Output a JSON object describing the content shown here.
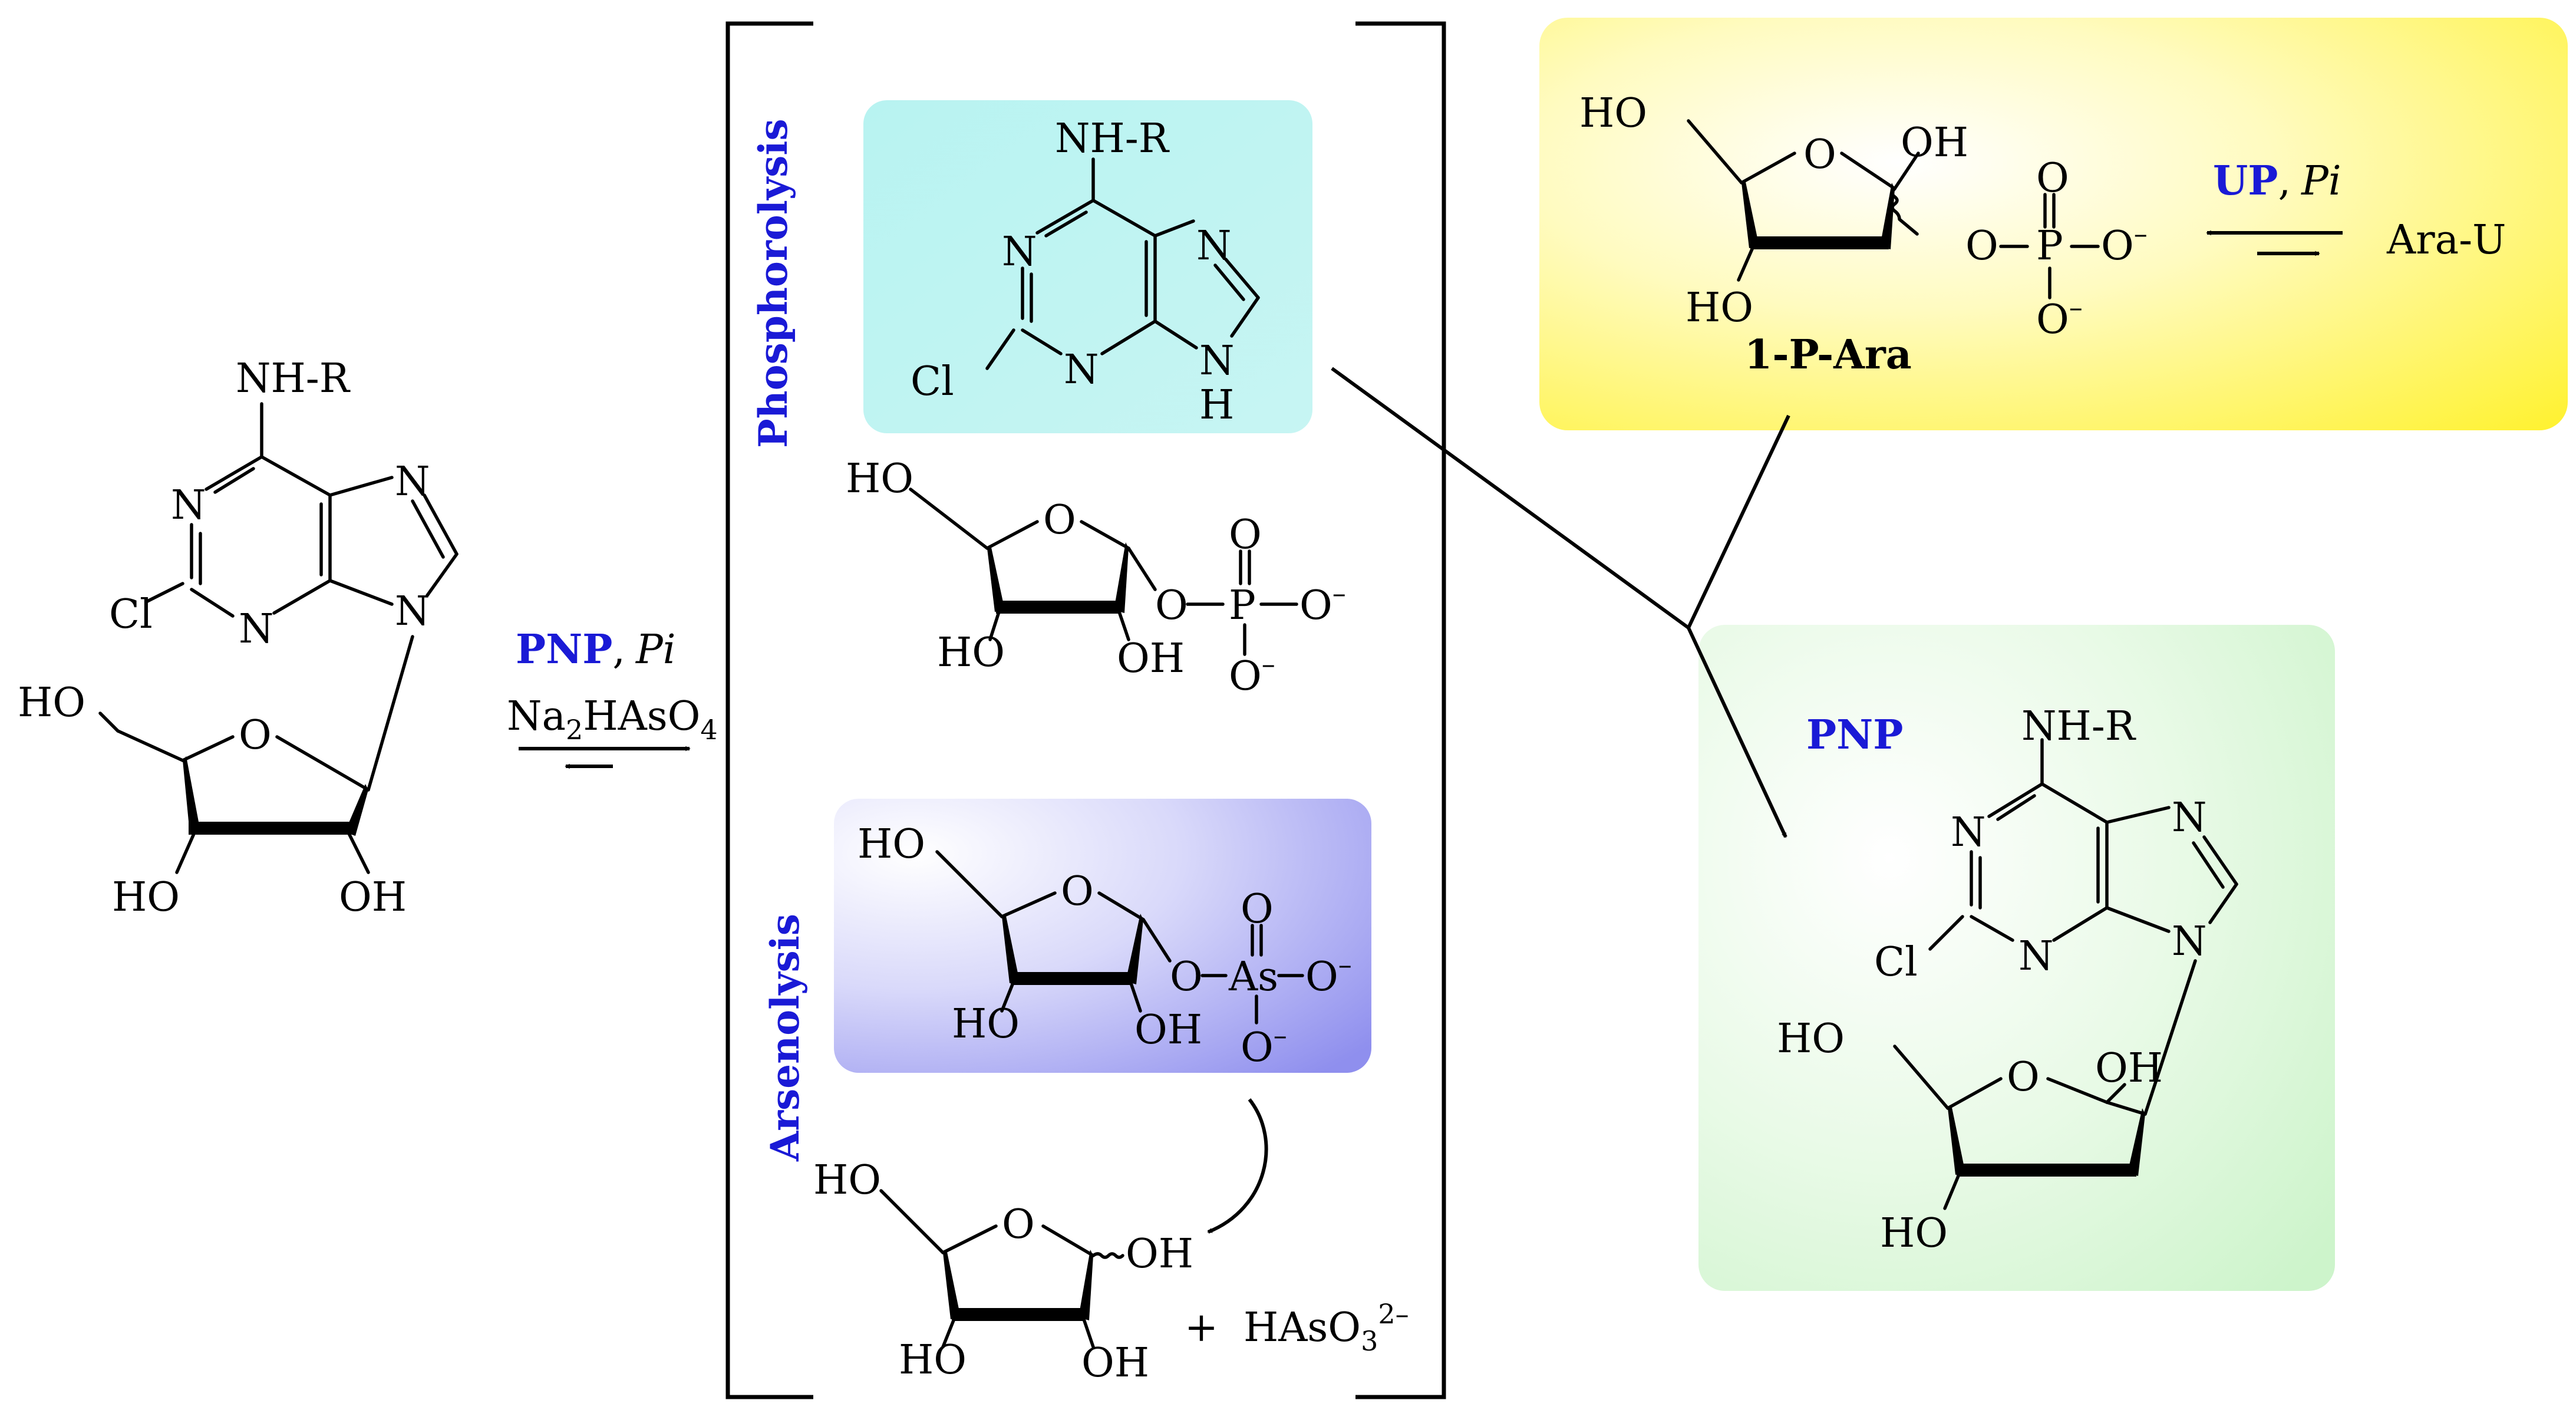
{
  "substrate": {
    "amine_label": "NH-R",
    "n_atom": "N",
    "cl_atom": "Cl",
    "o_atom": "O",
    "ho_5prime": "HO",
    "ho_3prime": "HO",
    "oh_2prime": "OH"
  },
  "reaction_conditions": {
    "enzyme": "PNP",
    "separator": ",",
    "phosphate": "Pi",
    "arsenate_base": "Na",
    "arsenate_sub1": "2",
    "arsenate_mid": "HAsO",
    "arsenate_sub2": "4"
  },
  "phosphorolysis": {
    "label": "Phosphorolysis",
    "base_amine_label": "NH-R",
    "base_h": "H",
    "phosphate_o": "O",
    "phosphate_p": "P",
    "phosphate_o_minus": "O",
    "charge": "–",
    "sugar_ho": "HO",
    "sugar_oh": "OH"
  },
  "arsenolysis": {
    "label": "Arsenolysis",
    "arsenate_as": "As",
    "arsenate_o": "O",
    "charge": "–",
    "sugar_ho": "HO",
    "sugar_oh": "OH",
    "plus": "+",
    "byproduct_base": "HAsO",
    "byproduct_sub": "3",
    "byproduct_charge": "2–"
  },
  "intermediate": {
    "compound_label": "1-P-Ara",
    "ho_label": "HO",
    "oh_label": "OH",
    "enzyme": "UP",
    "separator": ",",
    "phosphate": "Pi",
    "donor": "Ara-U"
  },
  "product": {
    "enzyme": "PNP",
    "amine_label": "NH-R",
    "ho_label": "HO",
    "oh_label": "OH"
  },
  "colors": {
    "enzyme_text": "#1a1ad6",
    "phosphorolysis_box": "#b8f3f1",
    "arsenolysis_box": "#a9a9f2",
    "intermediate_box": "#fff44d",
    "product_box": "#d6f6d4"
  }
}
